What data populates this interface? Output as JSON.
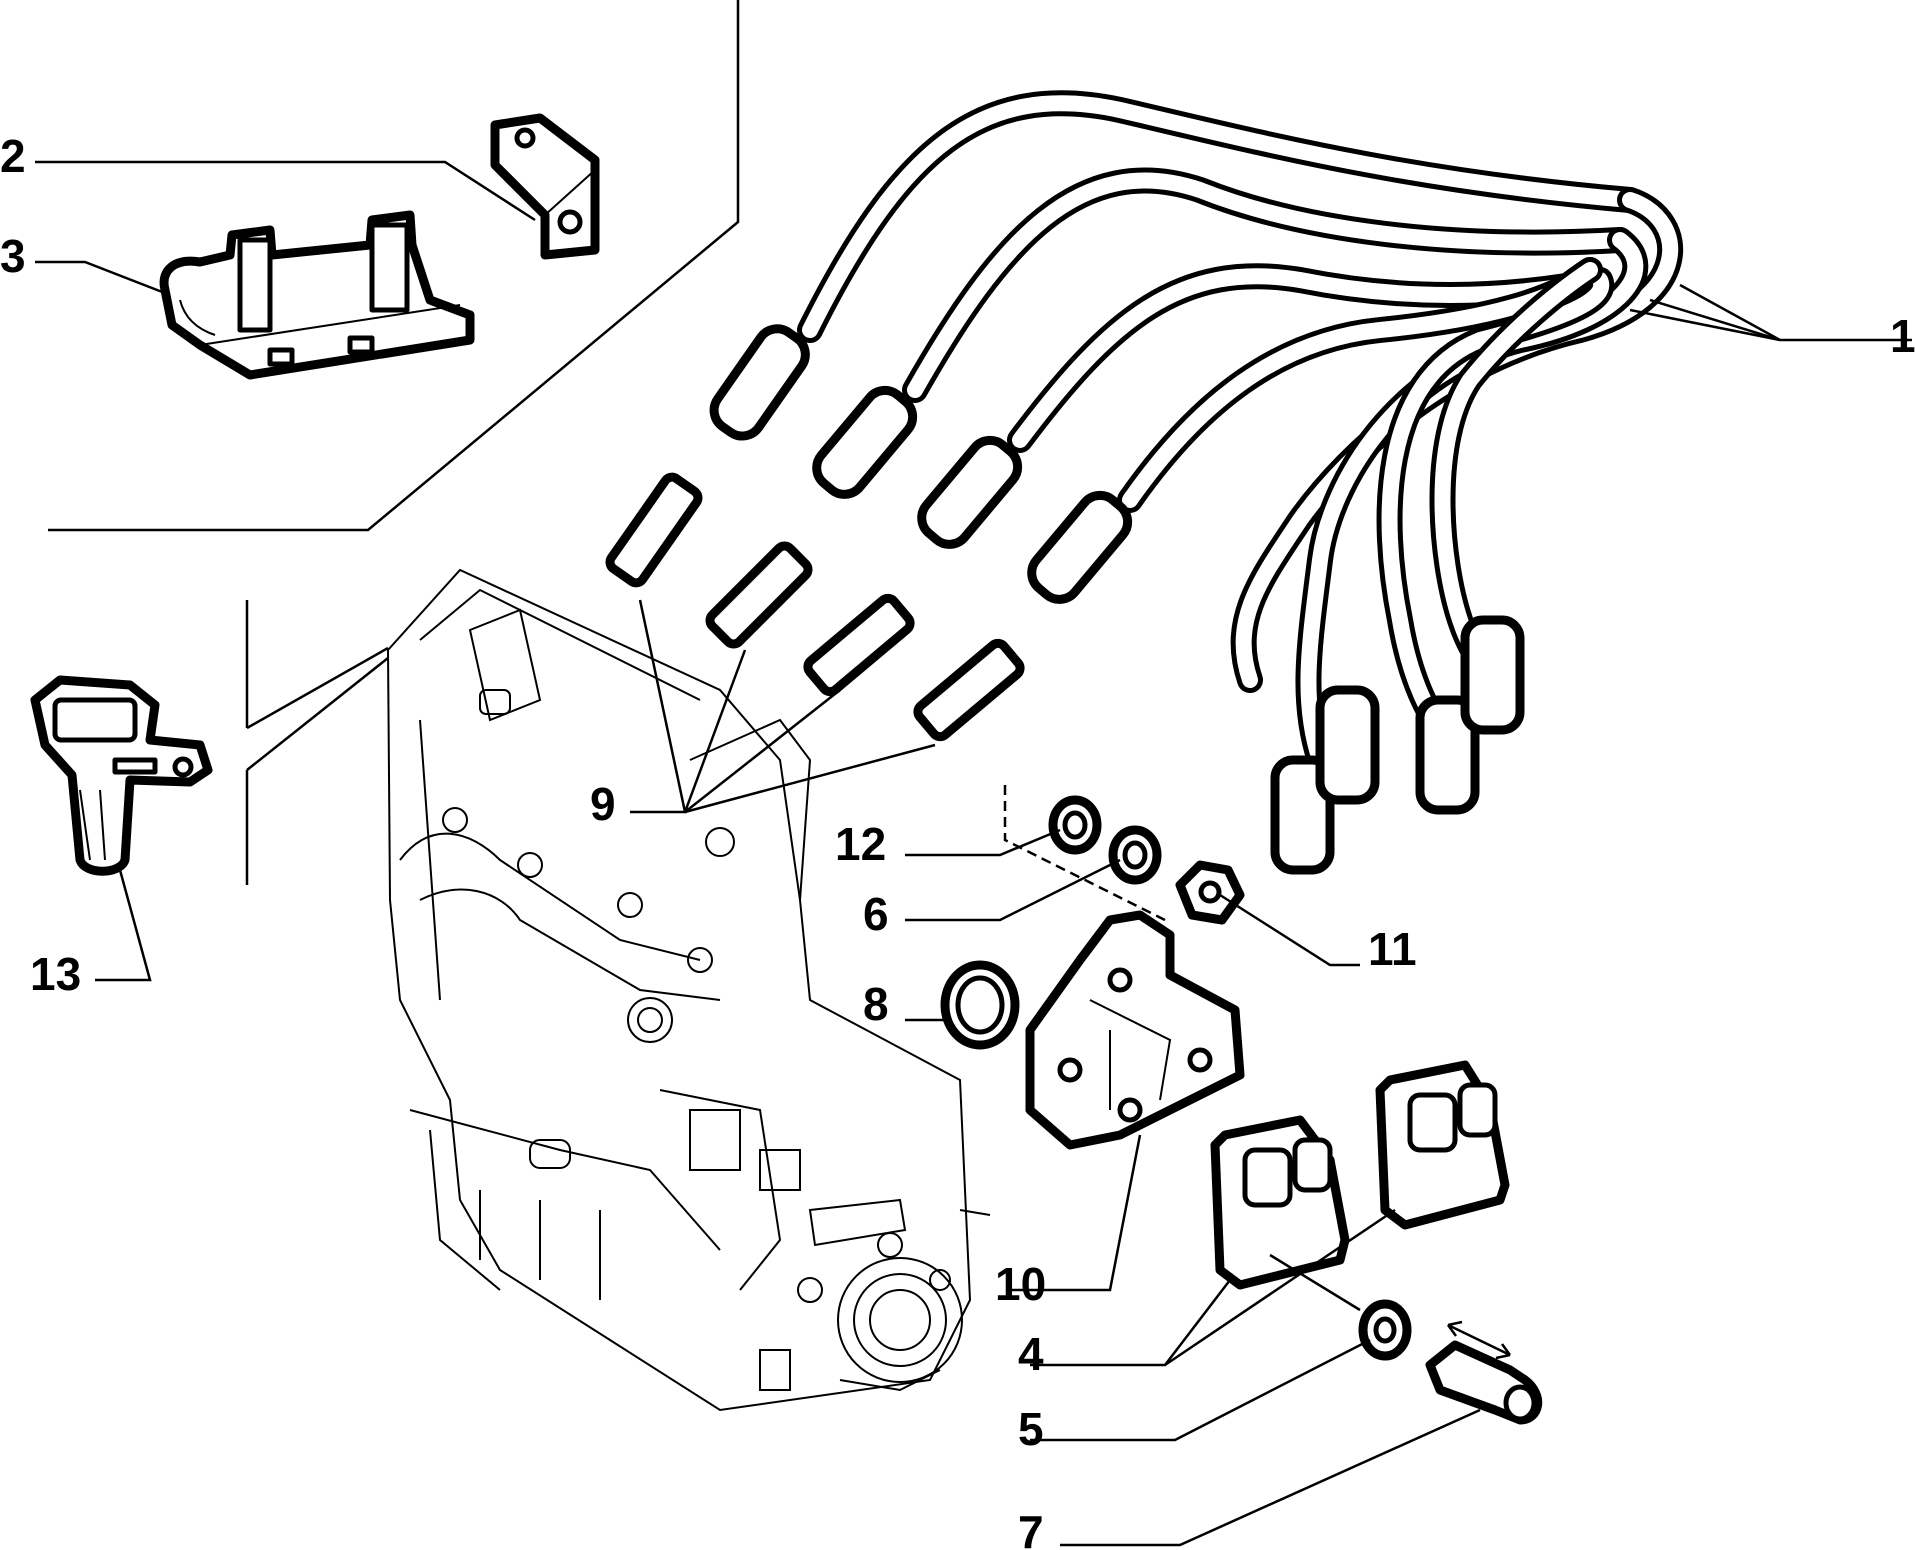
{
  "callouts": {
    "c1": "1",
    "c2": "2",
    "c3": "3",
    "c4": "4",
    "c5": "5",
    "c6": "6",
    "c7": "7",
    "c8": "8",
    "c9": "9",
    "c10": "10",
    "c11": "11",
    "c12": "12",
    "c13": "13"
  },
  "parts": [
    {
      "ref": "1",
      "part": "ignition-cable-set"
    },
    {
      "ref": "2",
      "part": "bracket"
    },
    {
      "ref": "3",
      "part": "coil-support-bracket"
    },
    {
      "ref": "4",
      "part": "ignition-coil"
    },
    {
      "ref": "5",
      "part": "washer"
    },
    {
      "ref": "6",
      "part": "spacer-washer"
    },
    {
      "ref": "7",
      "part": "screw"
    },
    {
      "ref": "8",
      "part": "o-ring"
    },
    {
      "ref": "9",
      "part": "spark-plug"
    },
    {
      "ref": "10",
      "part": "coil-mounting-plate"
    },
    {
      "ref": "11",
      "part": "nut"
    },
    {
      "ref": "12",
      "part": "washer"
    },
    {
      "ref": "13",
      "part": "sensor"
    }
  ]
}
